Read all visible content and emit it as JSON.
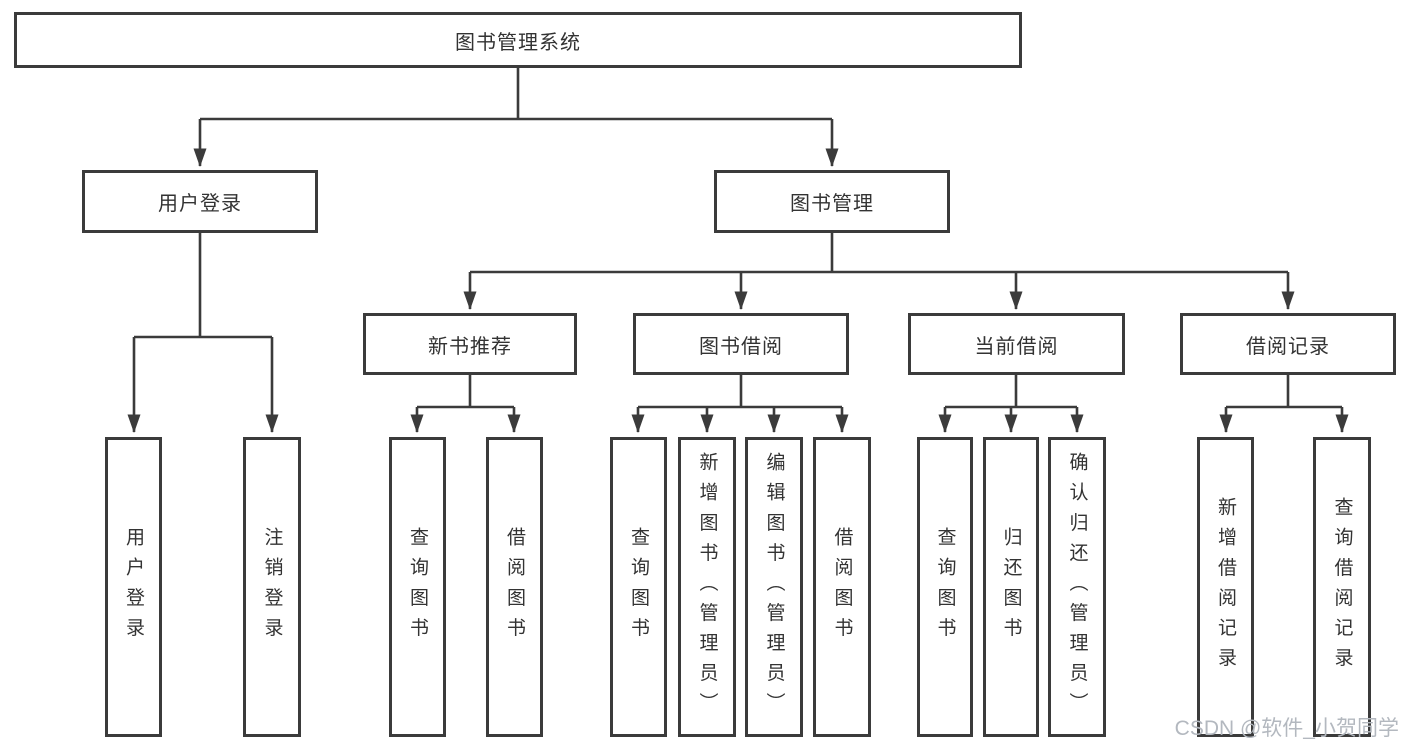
{
  "diagram": {
    "type": "hierarchy",
    "colors": {
      "line": "#3b3b3b",
      "box_background": "#ffffff",
      "text": "#333333",
      "watermark": "#b3b8bf"
    },
    "nodes": {
      "root": {
        "label": "图书管理系统"
      },
      "user_login": {
        "label": "用户登录"
      },
      "book_mgmt": {
        "label": "图书管理"
      },
      "new_book_rec": {
        "label": "新书推荐"
      },
      "book_borrow": {
        "label": "图书借阅"
      },
      "current_borrow": {
        "label": "当前借阅"
      },
      "borrow_record": {
        "label": "借阅记录"
      },
      "leaf_user_login": {
        "label": "用户登录"
      },
      "leaf_logout": {
        "label": "注销登录"
      },
      "leaf_rec_query_book": {
        "label": "查询图书"
      },
      "leaf_rec_borrow_book": {
        "label": "借阅图书"
      },
      "leaf_bor_query_book": {
        "label": "查询图书"
      },
      "leaf_bor_add_book": {
        "label": "新增图书（管理员）"
      },
      "leaf_bor_edit_book": {
        "label": "编辑图书（管理员）"
      },
      "leaf_bor_borrow_book": {
        "label": "借阅图书"
      },
      "leaf_cur_query_book": {
        "label": "查询图书"
      },
      "leaf_cur_return_book": {
        "label": "归还图书"
      },
      "leaf_cur_confirm_return": {
        "label": "确认归还（管理员）"
      },
      "leaf_record_add": {
        "label": "新增借阅记录"
      },
      "leaf_record_query": {
        "label": "查询借阅记录"
      }
    },
    "edges": [
      {
        "from": "root",
        "to": [
          "user_login",
          "book_mgmt"
        ]
      },
      {
        "from": "user_login",
        "to": [
          "leaf_user_login",
          "leaf_logout"
        ]
      },
      {
        "from": "book_mgmt",
        "to": [
          "new_book_rec",
          "book_borrow",
          "current_borrow",
          "borrow_record"
        ]
      },
      {
        "from": "new_book_rec",
        "to": [
          "leaf_rec_query_book",
          "leaf_rec_borrow_book"
        ]
      },
      {
        "from": "book_borrow",
        "to": [
          "leaf_bor_query_book",
          "leaf_bor_add_book",
          "leaf_bor_edit_book",
          "leaf_bor_borrow_book"
        ]
      },
      {
        "from": "current_borrow",
        "to": [
          "leaf_cur_query_book",
          "leaf_cur_return_book",
          "leaf_cur_confirm_return"
        ]
      },
      {
        "from": "borrow_record",
        "to": [
          "leaf_record_add",
          "leaf_record_query"
        ]
      }
    ]
  },
  "watermark": {
    "text": "CSDN @软件_小贺同学"
  }
}
